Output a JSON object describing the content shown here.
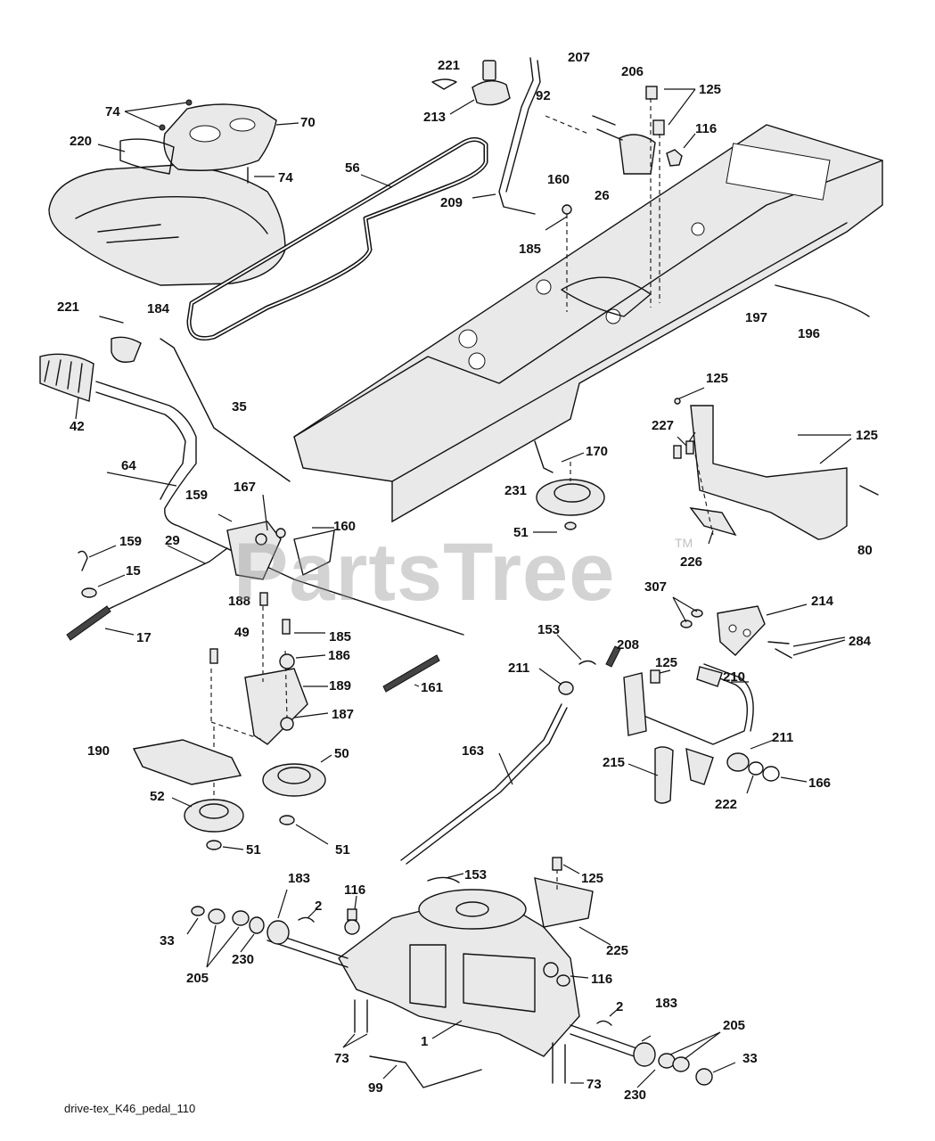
{
  "watermark": {
    "text": "PartsTree",
    "tm": "TM"
  },
  "diagram_id": "drive-tex_K46_pedal_110",
  "callouts": [
    "221",
    "213",
    "207",
    "92",
    "206",
    "125",
    "116",
    "74",
    "70",
    "220",
    "74",
    "56",
    "160",
    "26",
    "209",
    "185",
    "221",
    "184",
    "197",
    "196",
    "42",
    "35",
    "125",
    "227",
    "125",
    "64",
    "159",
    "167",
    "160",
    "170",
    "231",
    "51",
    "159",
    "29",
    "15",
    "17",
    "188",
    "185",
    "49",
    "186",
    "189",
    "187",
    "161",
    "80",
    "226",
    "307",
    "214",
    "284",
    "153",
    "208",
    "211",
    "125",
    "210",
    "211",
    "190",
    "50",
    "163",
    "215",
    "222",
    "166",
    "52",
    "51",
    "51",
    "183",
    "116",
    "153",
    "125",
    "2",
    "33",
    "205",
    "230",
    "225",
    "116",
    "2",
    "183",
    "205",
    "33",
    "1",
    "73",
    "99",
    "230",
    "73"
  ]
}
